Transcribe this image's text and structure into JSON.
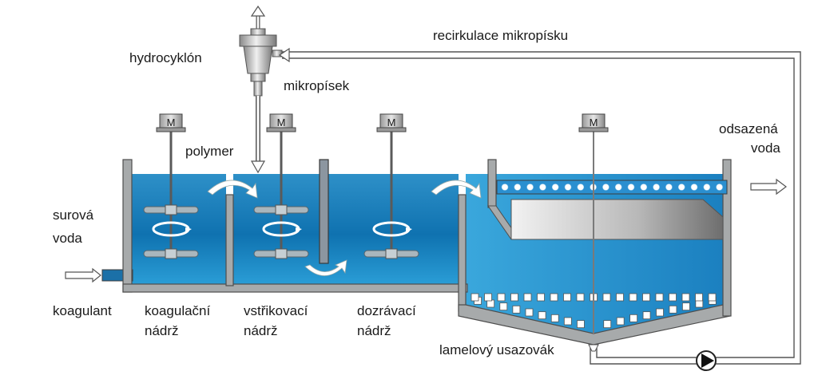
{
  "labels": {
    "hydrocyclone": "hydrocyklón",
    "micro_sand": "mikropísek",
    "recirculation": "recirkulace mikropísku",
    "polymer": "polymer",
    "raw_water_1": "surová",
    "raw_water_2": "voda",
    "settled_water_1": "odsazená",
    "settled_water_2": "voda",
    "coagulant": "koagulant",
    "coag_tank_1": "koagulační",
    "coag_tank_2": "nádrž",
    "inject_tank_1": "vstřikovací",
    "inject_tank_2": "nádrž",
    "mature_tank_1": "dozrávací",
    "mature_tank_2": "nádrž",
    "lamella_settler": "lamelový usazovák"
  },
  "motors": [
    "M",
    "M",
    "M",
    "M"
  ],
  "colors": {
    "water_dark": "#0d6aa6",
    "water_light": "#4ab3e0",
    "wall": "#a7aaab",
    "arrow": "#ffffff"
  }
}
